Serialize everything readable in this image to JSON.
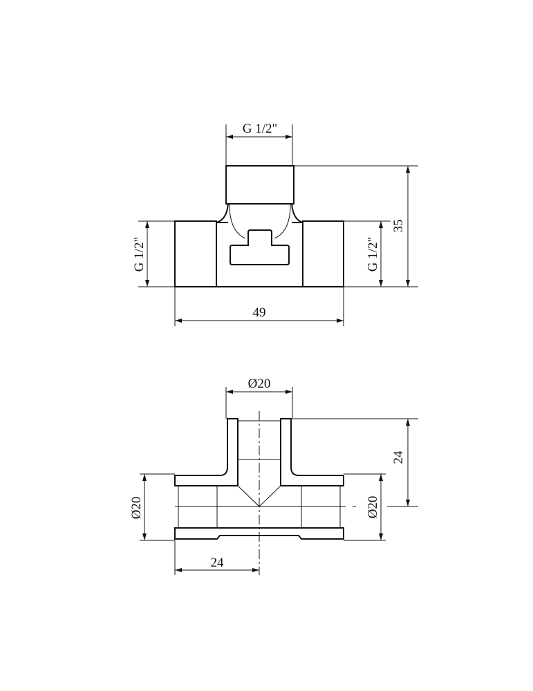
{
  "top_view": {
    "dim_top_thread": "G 1/2\"",
    "dim_left_thread": "G 1/2\"",
    "dim_right_thread": "G 1/2\"",
    "dim_height": "35",
    "dim_length": "49"
  },
  "section_view": {
    "dim_top_diameter": "Ø20",
    "dim_left_diameter": "Ø20",
    "dim_right_diameter": "Ø20",
    "dim_height": "24",
    "dim_half_length": "24"
  },
  "colors": {
    "line": "#111111",
    "background": "#ffffff"
  }
}
